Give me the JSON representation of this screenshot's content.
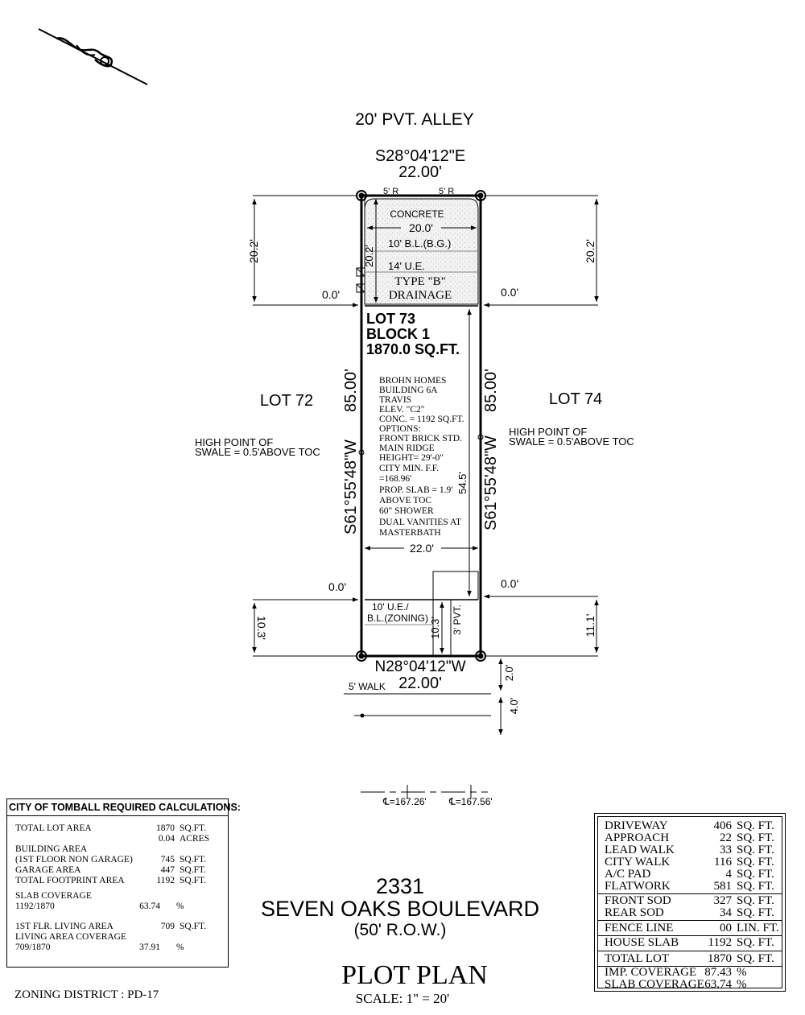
{
  "street_top": "20' PVT. ALLEY",
  "bearing_top": "S28°04'12\"E",
  "dist_top": "22.00'",
  "radius_left": "5' R",
  "radius_right": "5' R",
  "concrete": "CONCRETE",
  "concrete_width": "20.0'",
  "bl_bg": "10' B.L.(B.G.)",
  "ue_14": "14' U.E.",
  "drainage_line1": "TYPE \"B\"",
  "drainage_line2": "DRAINAGE",
  "setback_left_dim": "20.2'",
  "setback_inner_dim": "20.2'",
  "setback_right_dim": "20.2'",
  "offset_top_left": "0.0'",
  "offset_top_right": "0.0'",
  "lot_number": "LOT 73",
  "block": "BLOCK 1",
  "lot_area": "1870.0 SQ.FT.",
  "lot_left": "LOT 72",
  "lot_right": "LOT 74",
  "dist_left": "85.00'",
  "dist_right": "85.00'",
  "bearing_left": "S61°55'48\"W",
  "bearing_right": "S61°55'48\"W",
  "swale_left_1": "HIGH POINT OF",
  "swale_left_2": "SWALE = 0.5'ABOVE TOC",
  "swale_right_1": "HIGH POINT OF",
  "swale_right_2": "SWALE = 0.5'ABOVE TOC",
  "house_notes": [
    "BROHN HOMES",
    "BUILDING 6A",
    "TRAVIS",
    "ELEV. \"C2\"",
    "CONC. = 1192 SQ.FT.",
    "OPTIONS:",
    "FRONT BRICK STD.",
    "MAIN RIDGE",
    "HEIGHT= 29'-0\"",
    "CITY MIN. F.F.",
    "=168.96'",
    "PROP. SLAB = 1.9'",
    "ABOVE TOC",
    "60\" SHOWER",
    "DUAL VANITIES AT",
    "MASTERBATH"
  ],
  "house_depth": "54.5'",
  "house_width": "22.0'",
  "offset_bottom_left": "0.0'",
  "offset_bottom_right": "0.0'",
  "ue_bl_1": "10' U.E./",
  "ue_bl_2": "B.L.(ZONING)",
  "front_dim_inner": "10.3'",
  "pvt_3": "3' PVT.",
  "front_dim_left": "10.3'",
  "front_dim_right": "11.1'",
  "bearing_bottom": "N28°04'12\"W",
  "dist_bottom": "22.00'",
  "walk_label": "5' WALK",
  "dim_2": "2.0'",
  "dim_4": "4.0'",
  "cl_left": "℄=167.26'",
  "cl_right": "℄=167.56'",
  "address_number": "2331",
  "address_street": "SEVEN OAKS BOULEVARD",
  "row": "(50' R.O.W.)",
  "plan_title": "PLOT PLAN",
  "scale": "SCALE: 1\" = 20'",
  "zoning": "ZONING DISTRICT : PD-17",
  "calc": {
    "title": "CITY OF TOMBALL REQUIRED CALCULATIONS:",
    "total_lot_label": "TOTAL LOT AREA",
    "total_lot_sqft": "1870",
    "total_lot_sqft_unit": "SQ.FT.",
    "total_lot_acres": "0.04",
    "total_lot_acres_unit": "ACRES",
    "building_area_label": "BUILDING AREA",
    "first_floor_label": "(1ST FLOOR NON GARAGE)",
    "first_floor_val": "745",
    "first_floor_unit": "SQ.FT.",
    "garage_label": "GARAGE AREA",
    "garage_val": "447",
    "garage_unit": "SQ.FT.",
    "footprint_label": "TOTAL FOOTPRINT AREA",
    "footprint_val": "1192",
    "footprint_unit": "SQ.FT.",
    "slab_cov_label": "SLAB COVERAGE",
    "slab_cov_ratio": "1192/1870",
    "slab_cov_val": "63.74",
    "slab_cov_unit": "%",
    "living_label": "1ST FLR. LIVING AREA",
    "living_val": "709",
    "living_unit": "SQ.FT.",
    "living_cov_label": "LIVING AREA COVERAGE",
    "living_cov_ratio": "709/1870",
    "living_cov_val": "37.91",
    "living_cov_unit": "%"
  },
  "areas": [
    {
      "label": "DRIVEWAY",
      "value": "406",
      "unit": "SQ. FT."
    },
    {
      "label": "APPROACH",
      "value": "22",
      "unit": "SQ. FT."
    },
    {
      "label": "LEAD WALK",
      "value": "33",
      "unit": "SQ. FT."
    },
    {
      "label": "CITY WALK",
      "value": "116",
      "unit": "SQ. FT."
    },
    {
      "label": "A/C PAD",
      "value": "4",
      "unit": "SQ. FT."
    },
    {
      "label": "FLATWORK",
      "value": "581",
      "unit": "SQ. FT."
    },
    {
      "label": "FRONT SOD",
      "value": "327",
      "unit": "SQ. FT."
    },
    {
      "label": "REAR SOD",
      "value": "34",
      "unit": "SQ. FT."
    },
    {
      "label": "FENCE LINE",
      "value": "00",
      "unit": "LIN. FT."
    },
    {
      "label": "HOUSE SLAB",
      "value": "1192",
      "unit": "SQ. FT."
    },
    {
      "label": "TOTAL LOT",
      "value": "1870",
      "unit": "SQ. FT."
    },
    {
      "label": "IMP. COVERAGE",
      "value": "87.43",
      "unit": "%"
    },
    {
      "label": "SLAB COVERAGE",
      "value": "63.74",
      "unit": "%"
    }
  ]
}
